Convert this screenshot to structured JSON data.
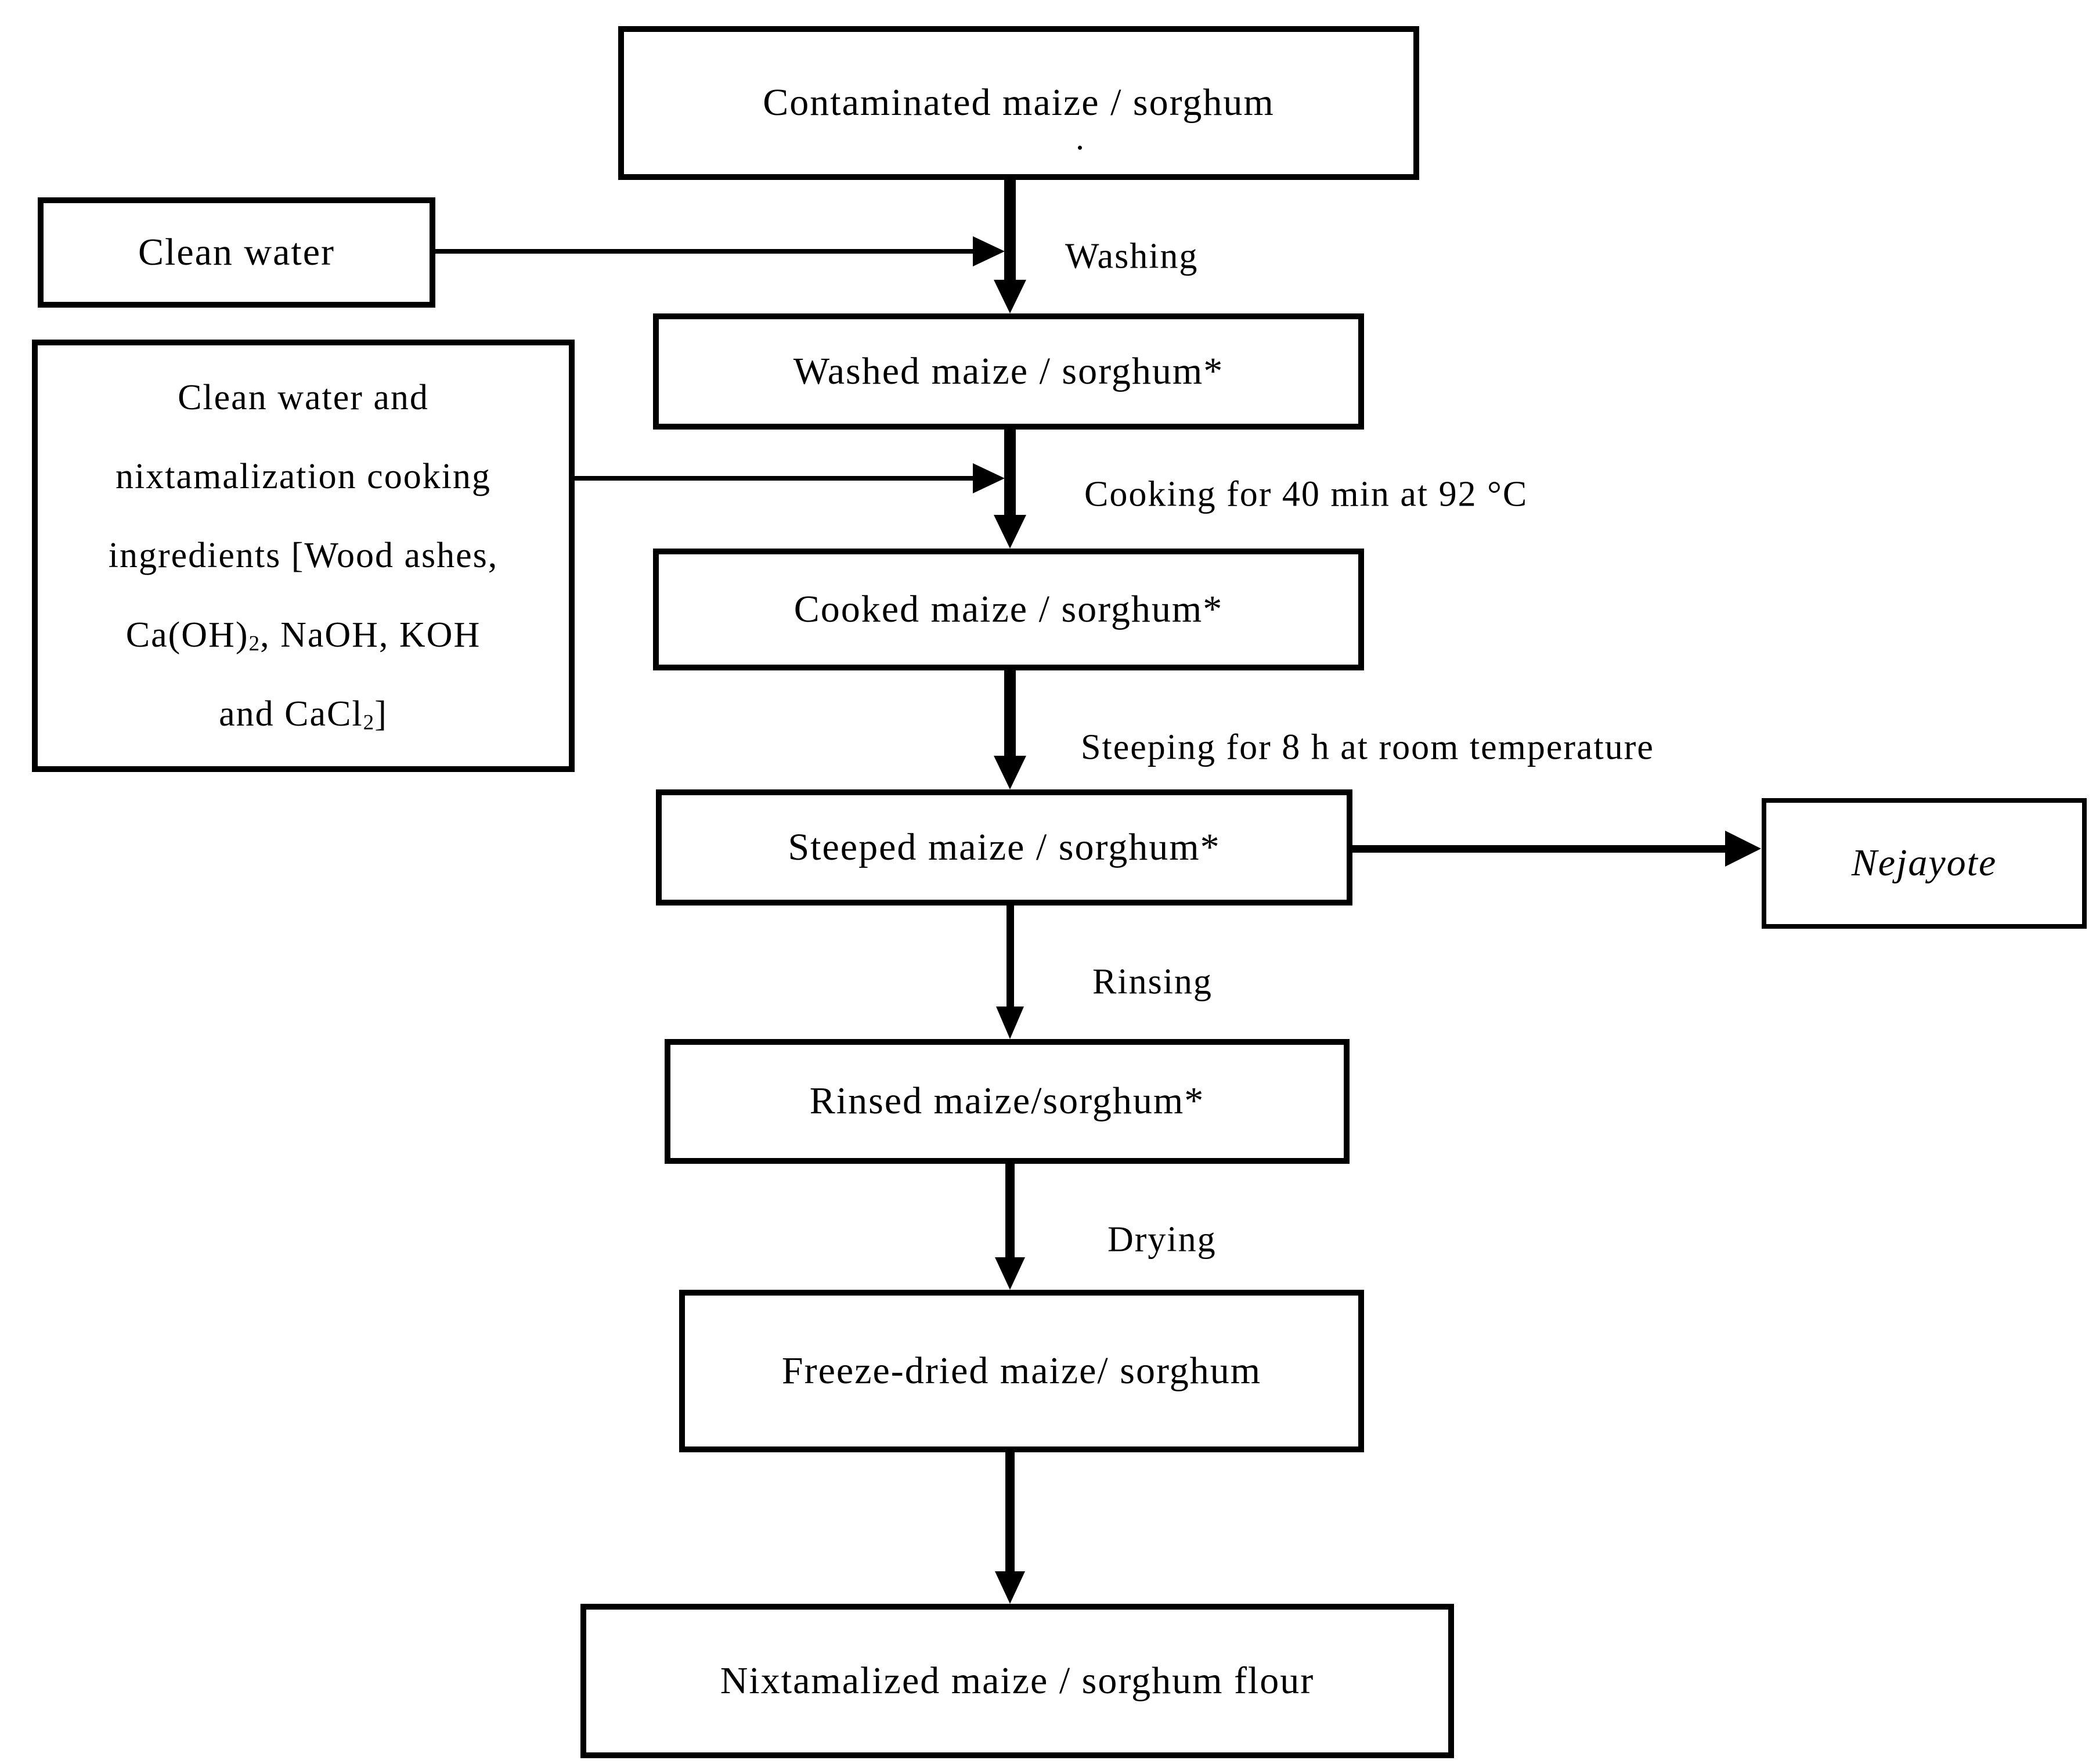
{
  "colors": {
    "ink": "#000000",
    "background": "#ffffff"
  },
  "boxes": {
    "contaminated": "Contaminated maize / sorghum",
    "clean_water": "Clean water",
    "washed": "Washed maize / sorghum*",
    "cooked": "Cooked maize / sorghum*",
    "steeped": "Steeped maize / sorghum*",
    "nejayote": "Nejayote",
    "rinsed": "Rinsed maize/sorghum*",
    "freeze_dried": "Freeze-dried maize/ sorghum",
    "nixtamalized": "Nixtamalized maize / sorghum flour"
  },
  "ingredients": {
    "lines": [
      [
        {
          "t": "Clean water and"
        }
      ],
      [
        {
          "t": "nixtamalization cooking"
        }
      ],
      [
        {
          "t": "ingredients [Wood ashes,"
        }
      ],
      [
        {
          "t": "Ca(OH)"
        },
        {
          "t": "2",
          "sub": true
        },
        {
          "t": ", NaOH, KOH"
        }
      ],
      [
        {
          "t": "and CaCl"
        },
        {
          "t": "2",
          "sub": true
        },
        {
          "t": "]"
        }
      ]
    ]
  },
  "labels": {
    "washing": "Washing",
    "cooking": "Cooking for 40 min at 92 °C",
    "steeping": "Steeping for 8 h at room temperature",
    "rinsing": "Rinsing",
    "drying": "Drying"
  }
}
